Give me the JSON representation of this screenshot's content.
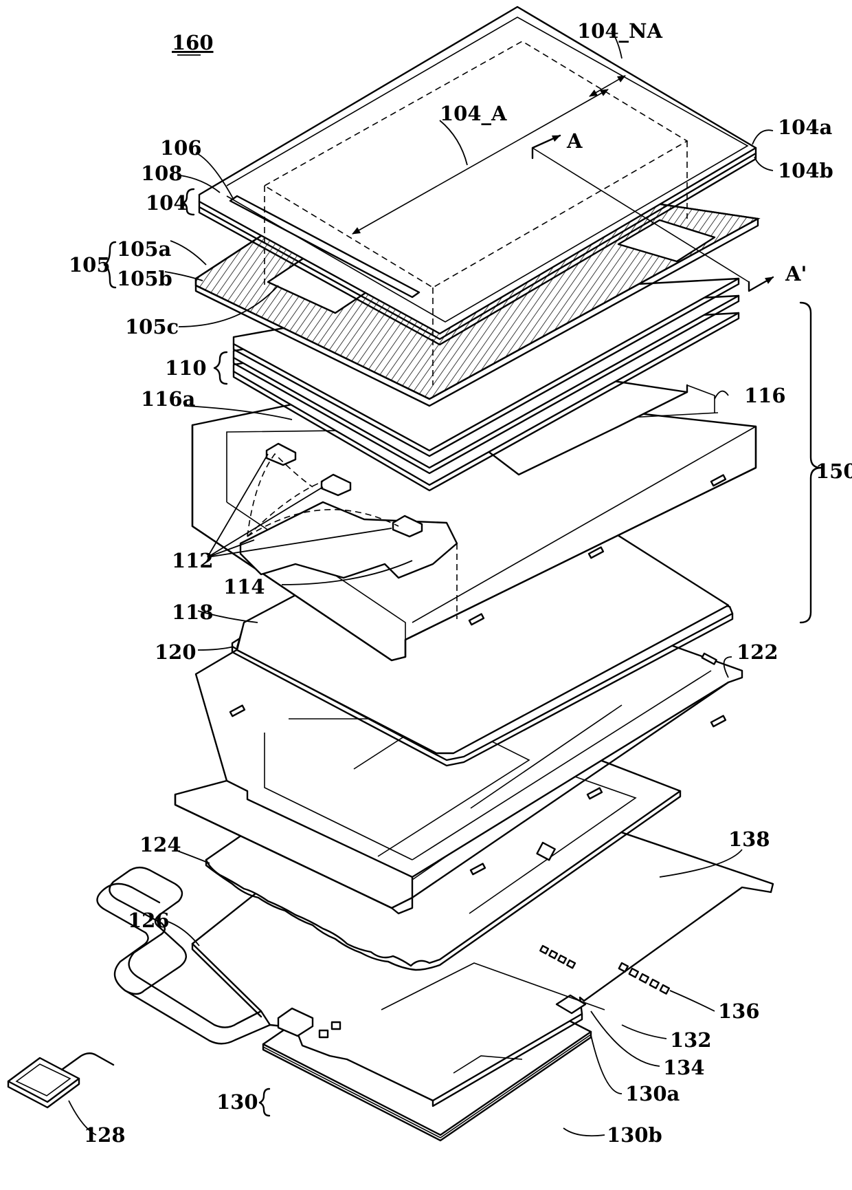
{
  "figure": {
    "title_ref": "160",
    "labels": {
      "l104_na": "104_NA",
      "l104_a": "104_A",
      "l104a": "104a",
      "l104b": "104b",
      "l104": "104",
      "l106": "106",
      "l108": "108",
      "l105": "105",
      "l105a": "105a",
      "l105b": "105b",
      "l105c": "105c",
      "l110": "110",
      "l116": "116",
      "l116a": "116a",
      "l150": "150",
      "l112": "112",
      "l114": "114",
      "l118": "118",
      "l120": "120",
      "l122": "122",
      "l124": "124",
      "l126": "126",
      "l138": "138",
      "l136": "136",
      "l132": "132",
      "l134": "134",
      "l130": "130",
      "l130a": "130a",
      "l130b": "130b",
      "l128": "128",
      "section_a": "A",
      "section_a_prime": "A'"
    }
  }
}
